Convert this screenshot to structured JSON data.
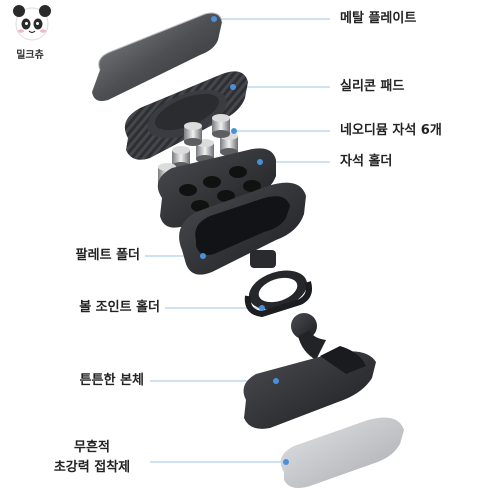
{
  "brand": {
    "logo_text": "밀크츄"
  },
  "parts": [
    {
      "label": "메탈 플레이트"
    },
    {
      "label": "실리콘 패드"
    },
    {
      "label": "네오디뮴 자석 6개"
    },
    {
      "label": "자석 홀더"
    },
    {
      "label": "팔레트 폴더"
    },
    {
      "label": "볼 조인트 홀더"
    },
    {
      "label": "튼튼한 본체"
    },
    {
      "label": "무흔적"
    },
    {
      "label": "초강력 접착제"
    }
  ],
  "colors": {
    "dot": "#4a90d9",
    "leader": "#9fc4ea",
    "dark_part": "#2b2d31",
    "pad_gray": "#cfd1d4"
  }
}
